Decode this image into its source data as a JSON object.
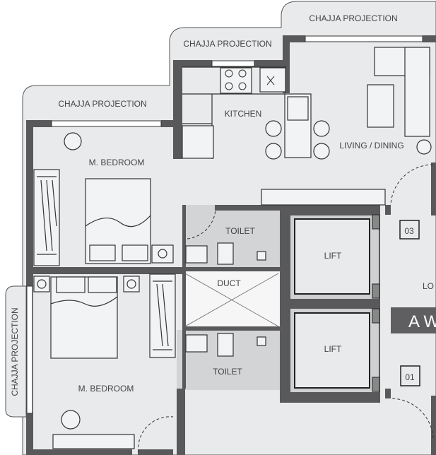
{
  "plan": {
    "labels": {
      "chajja_top_right": "CHAJJA PROJECTION",
      "chajja_top_mid": "CHAJJA PROJECTION",
      "chajja_top_left": "CHAJJA PROJECTION",
      "chajja_side": "CHAJJA PROJECTION",
      "kitchen": "KITCHEN",
      "living_dining": "LIVING / DINING",
      "bedroom_top": "M. BEDROOM",
      "bedroom_bottom": "M. BEDROOM",
      "toilet_top": "TOILET",
      "toilet_bottom": "TOILET",
      "duct": "DUCT",
      "lift_top": "LIFT",
      "lift_bottom": "LIFT",
      "lobby_partial": "LO",
      "wing_partial": "A W",
      "unit_03": "03",
      "unit_01": "01"
    },
    "colors": {
      "floor": "#e9eaeb",
      "wall": "#59595b",
      "wet_area": "#d3d4d6",
      "wing_banner": "#5f5f61"
    }
  }
}
